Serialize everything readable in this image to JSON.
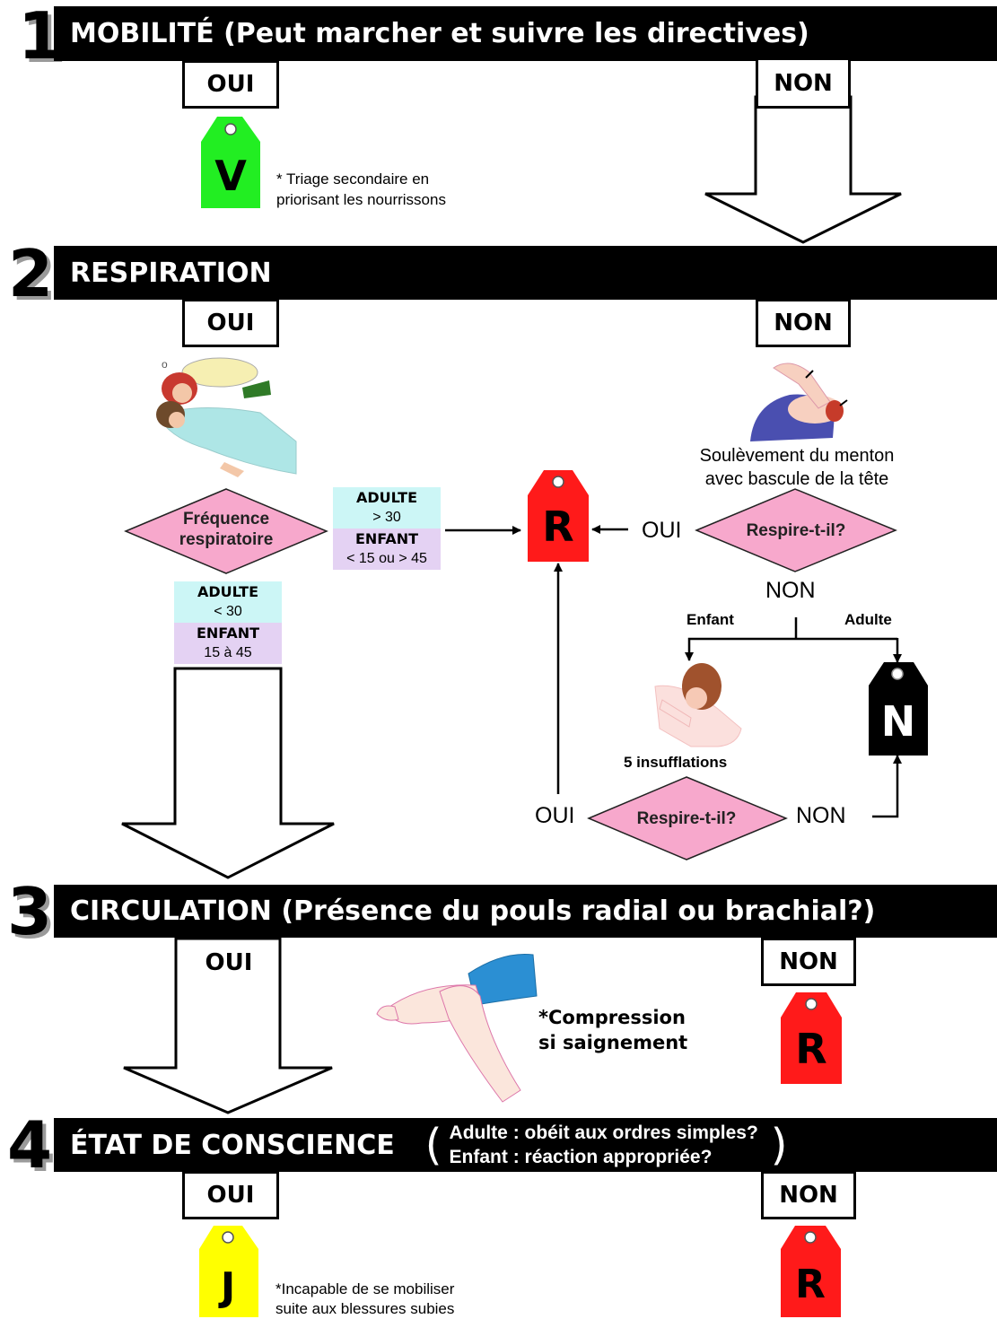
{
  "steps": [
    {
      "number": "1",
      "title": "MOBILITÉ (Peut marcher et suivre les directives)"
    },
    {
      "number": "2",
      "title": "RESPIRATION"
    },
    {
      "number": "3",
      "title": "CIRCULATION (Présence du pouls radial ou brachial?)"
    },
    {
      "number": "4",
      "title": "ÉTAT DE CONSCIENCE",
      "criteria_line1": "Adulte : obéit aux ordres simples?",
      "criteria_line2": "Enfant : réaction appropriée?"
    }
  ],
  "labels": {
    "oui": "OUI",
    "non": "NON"
  },
  "tags": {
    "green": {
      "letter": "V",
      "color": "#22ee22"
    },
    "red": {
      "letter": "R",
      "color": "#ff1a1a"
    },
    "black": {
      "letter": "N",
      "color": "#000000"
    },
    "yellow": {
      "letter": "J",
      "color": "#ffff00"
    }
  },
  "notes": {
    "step1_line1": "* Triage secondaire en",
    "step1_line2": "priorisant les nourrissons",
    "chin_line1": "Soulèvement du menton",
    "chin_line2": "avec bascule de la tête",
    "compression_line1": "*Compression",
    "compression_line2": "si saignement",
    "step4_line1": "*Incapable de se mobiliser",
    "step4_line2": "suite aux blessures subies"
  },
  "respiration": {
    "freq_line1": "Fréquence",
    "freq_line2": "respiratoire",
    "respire_question": "Respire-t-il?",
    "high_adult_label": "ADULTE",
    "high_adult_value": "> 30",
    "high_child_label": "ENFANT",
    "high_child_value": "< 15 ou > 45",
    "low_adult_label": "ADULTE",
    "low_adult_value": "< 30",
    "low_child_label": "ENFANT",
    "low_child_value": "15 à 45",
    "child_branch": "Enfant",
    "adult_branch": "Adulte",
    "insufflations": "5 insufflations"
  },
  "icons": [
    "recovery-position-illustration",
    "head-tilt-chin-lift-illustration",
    "child-rescue-breath-illustration",
    "radial-pulse-check-illustration"
  ]
}
